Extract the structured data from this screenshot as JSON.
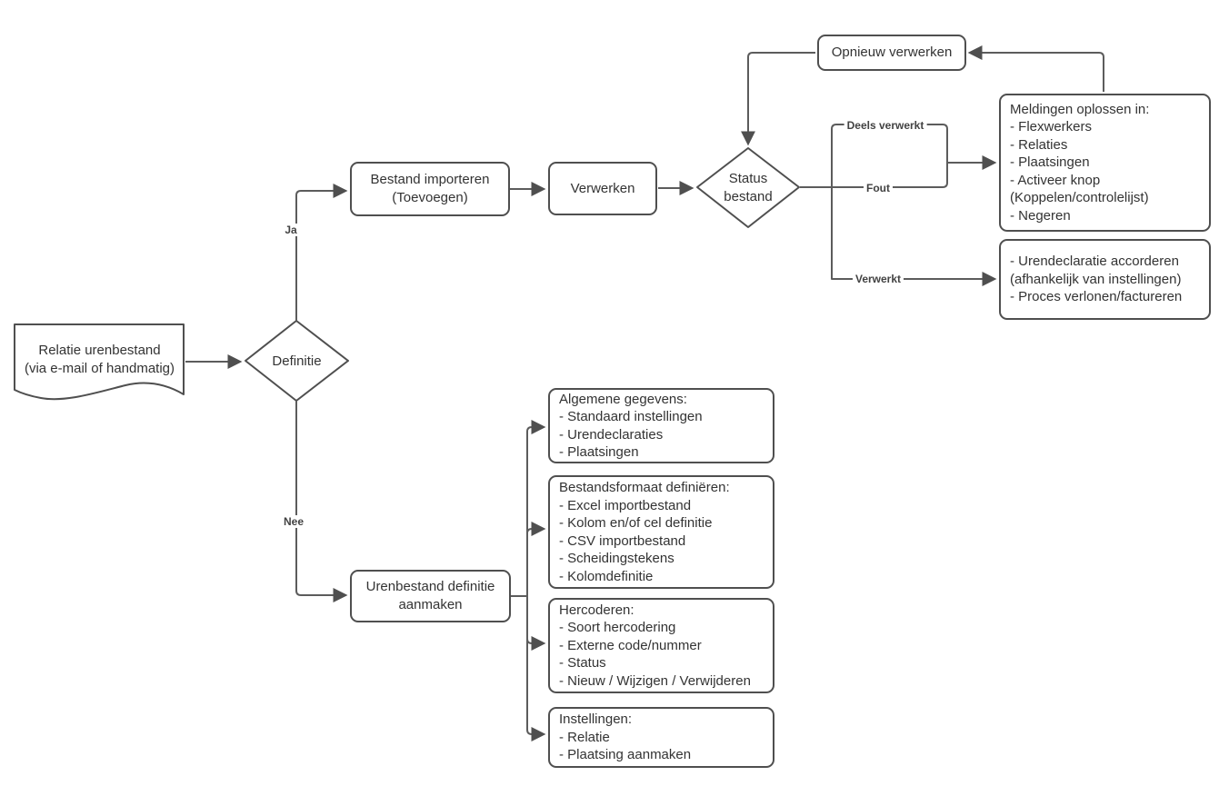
{
  "diagram": {
    "colors": {
      "background": "#ffffff",
      "shape_stroke": "#4f4f4f",
      "edge_stroke": "#5c5c5c",
      "text": "#333333",
      "edge_label_text": "#424242"
    },
    "nodes": {
      "relatie_urenbestand": "Relatie urenbestand\n(via e-mail of handmatig)",
      "definitie": "Definitie",
      "bestand_importeren": "Bestand importeren\n(Toevoegen)",
      "verwerken": "Verwerken",
      "status_bestand": "Status\nbestand",
      "opnieuw_verwerken": "Opnieuw verwerken",
      "meldingen_oplossen": "Meldingen oplossen in:\n- Flexwerkers\n- Relaties\n- Plaatsingen\n- Activeer knop\n(Koppelen/controlelijst)\n- Negeren",
      "verwerkt_acties": "- Urendeclaratie accorderen\n(afhankelijk van instellingen)\n- Proces verlonen/factureren",
      "urenbestand_definitie": "Urenbestand definitie\naanmaken",
      "algemene_gegevens": "Algemene gegevens:\n- Standaard instellingen\n- Urendeclaraties\n- Plaatsingen",
      "bestandsformaat": "Bestandsformaat definiëren:\n- Excel importbestand\n- Kolom en/of cel definitie\n- CSV importbestand\n- Scheidingstekens\n- Kolomdefinitie",
      "hercoderen": "Hercoderen:\n- Soort hercodering\n- Externe code/nummer\n- Status\n- Nieuw / Wijzigen / Verwijderen",
      "instellingen": "Instellingen:\n- Relatie\n- Plaatsing aanmaken"
    },
    "edge_labels": {
      "ja": "Ja",
      "nee": "Nee",
      "deels_verwerkt": "Deels verwerkt",
      "fout": "Fout",
      "verwerkt": "Verwerkt"
    }
  }
}
